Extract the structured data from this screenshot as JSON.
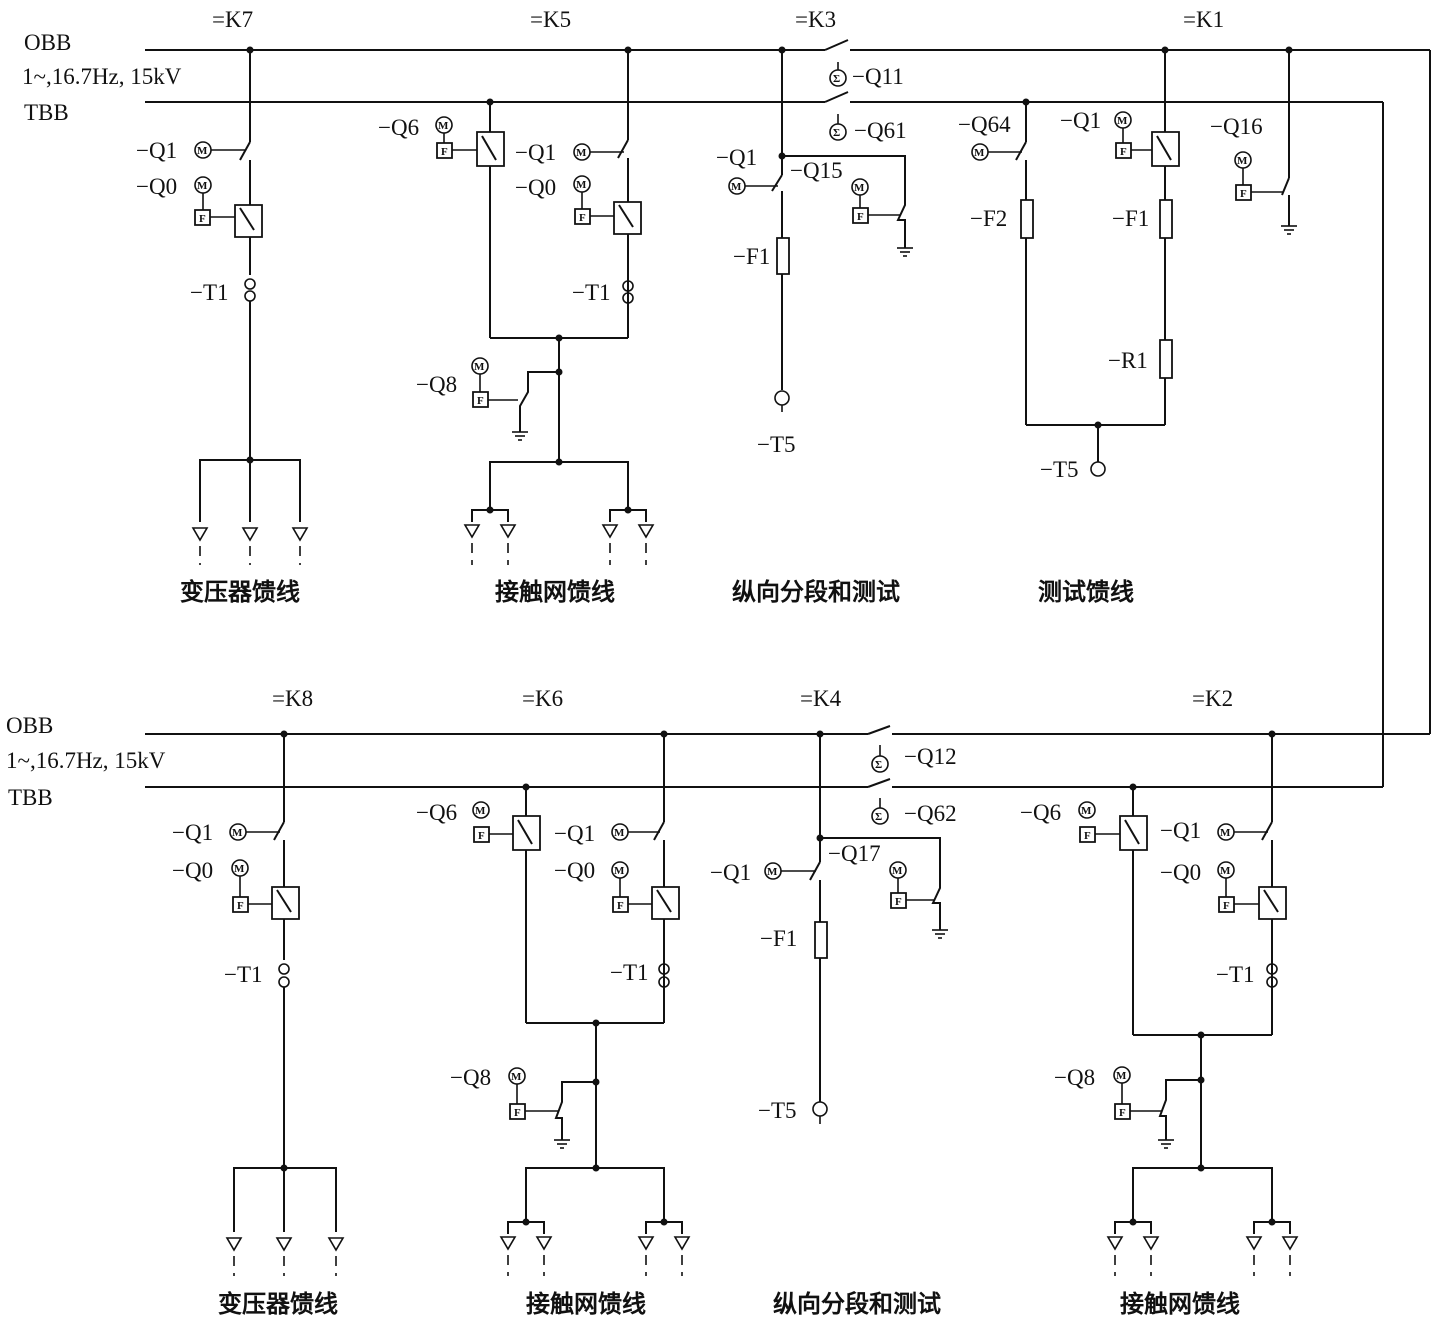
{
  "busbars": {
    "top": {
      "obb": "OBB",
      "spec": "1~,16.7Hz, 15kV",
      "tbb": "TBB"
    },
    "bottom": {
      "obb": "OBB",
      "spec": "1~,16.7Hz, 15kV",
      "tbb": "TBB"
    }
  },
  "cubicles": {
    "k7": "=K7",
    "k5": "=K5",
    "k3": "=K3",
    "k1": "=K1",
    "k8": "=K8",
    "k6": "=K6",
    "k4": "=K4",
    "k2": "=K2"
  },
  "labels": {
    "q11": "−Q11",
    "q61": "−Q61",
    "q12": "−Q12",
    "q62": "−Q62",
    "k7_q1": "−Q1",
    "k7_q0": "−Q0",
    "k7_t1": "−T1",
    "k5_q6": "−Q6",
    "k5_q1": "−Q1",
    "k5_q0": "−Q0",
    "k5_t1": "−T1",
    "k5_q8": "−Q8",
    "k3_q1": "−Q1",
    "k3_q15": "−Q15",
    "k3_f1": "−F1",
    "k3_t5": "−T5",
    "k1_q64": "−Q64",
    "k1_f2": "−F2",
    "k1_q1": "−Q1",
    "k1_f1": "−F1",
    "k1_r1": "−R1",
    "k1_q16": "−Q16",
    "k1_t5": "−T5",
    "k8_q1": "−Q1",
    "k8_q0": "−Q0",
    "k8_t1": "−T1",
    "k6_q6": "−Q6",
    "k6_q1": "−Q1",
    "k6_q0": "−Q0",
    "k6_t1": "−T1",
    "k6_q8": "−Q8",
    "k4_q1": "−Q1",
    "k4_q17": "−Q17",
    "k4_f1": "−F1",
    "k4_t5": "−T5",
    "k2_q6": "−Q6",
    "k2_q1": "−Q1",
    "k2_q0": "−Q0",
    "k2_t1": "−T1",
    "k2_q8": "−Q8"
  },
  "symbols": {
    "motor": "M",
    "trip": "F",
    "sigma": "Σ"
  },
  "captions": {
    "top": [
      "变压器馈线",
      "接触网馈线",
      "纵向分段和测试",
      "测试馈线"
    ],
    "bottom": [
      "变压器馈线",
      "接触网馈线",
      "纵向分段和测试",
      "接触网馈线"
    ]
  },
  "icons": [
    "motor-drive-icon",
    "trip-unit-icon",
    "sigma-icon",
    "ground-icon",
    "cable-end-icon",
    "current-transformer-icon",
    "voltage-transformer-icon",
    "fuse-icon",
    "resistor-icon",
    "circuit-breaker-icon",
    "disconnector-icon"
  ]
}
